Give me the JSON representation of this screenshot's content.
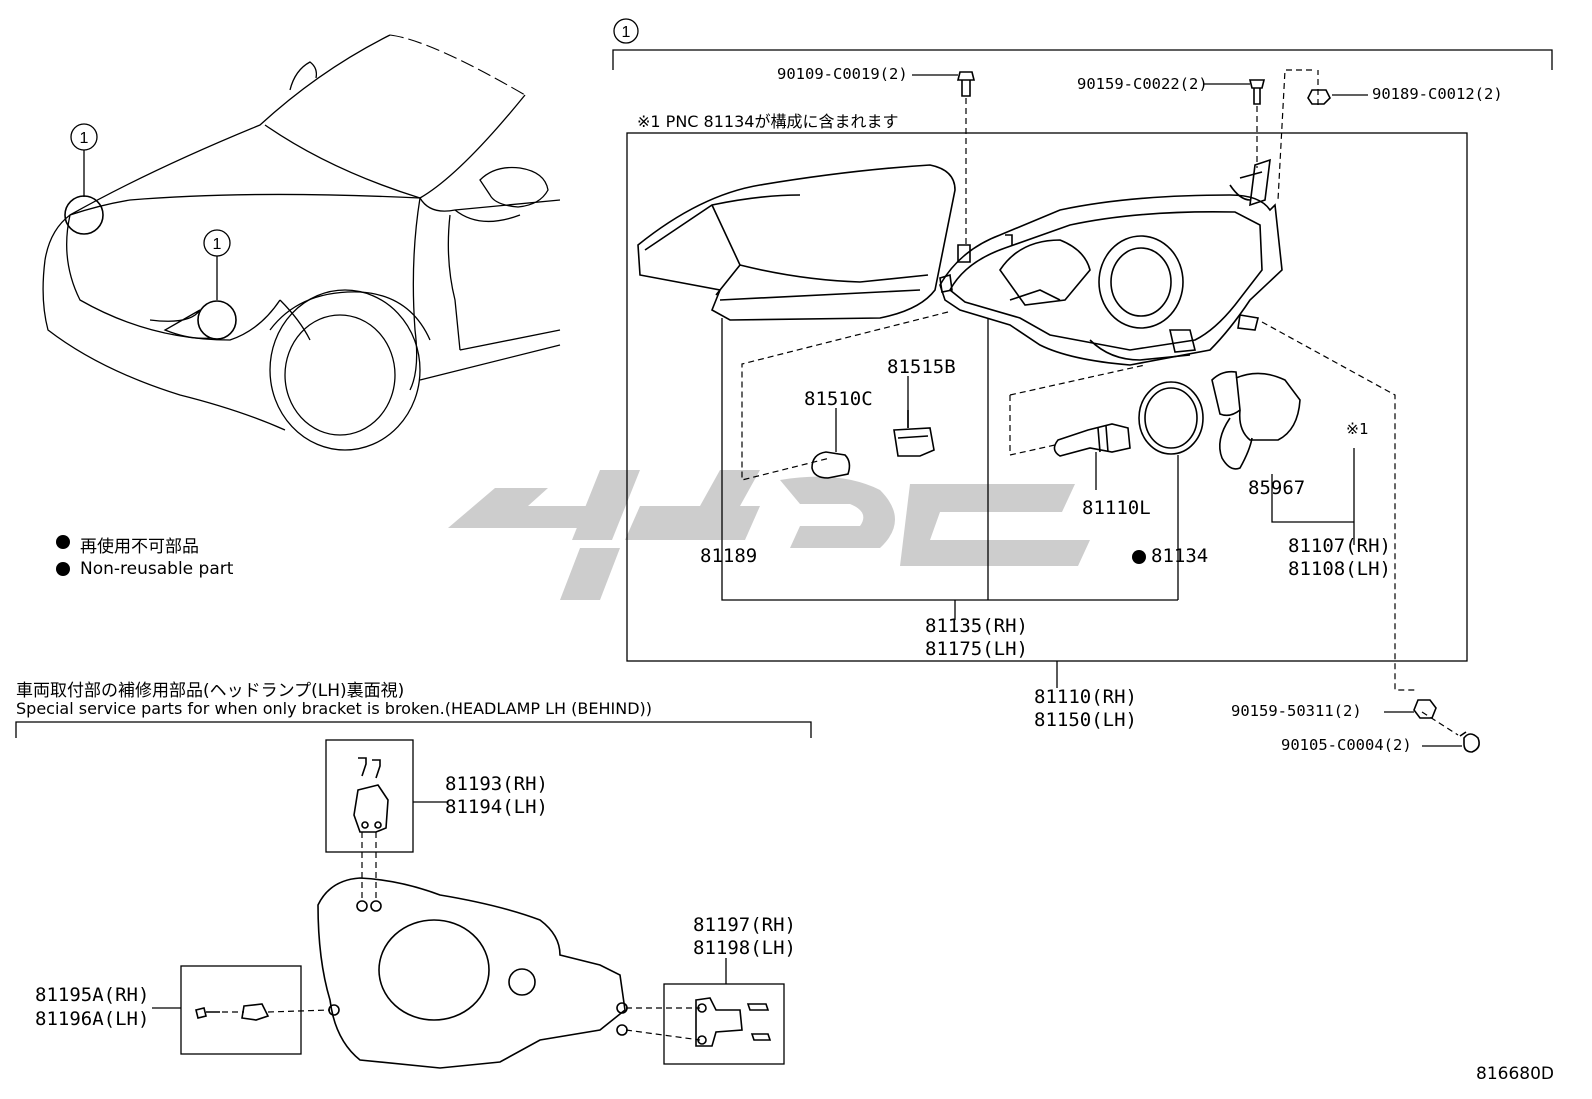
{
  "callouts": {
    "ref": "1"
  },
  "top_assembly": {
    "note": "※1 PNC 81134が構成に含まれます",
    "fasteners": {
      "f1": "90109-C0019(2)",
      "f2": "90159-C0022(2)",
      "f3": "90189-C0012(2)",
      "f4": "90159-50311(2)",
      "f5": "90105-C0004(2)"
    },
    "parts": {
      "p81515b": "81515B",
      "p81510c": "81510C",
      "p81189": "81189",
      "p81110l": "81110L",
      "p81134": "81134",
      "p85967": "85967",
      "mark1": "※1",
      "p81107": "81107(RH)",
      "p81108": "81108(LH)",
      "p81135": "81135(RH)",
      "p81175": "81175(LH)",
      "p81110": "81110(RH)",
      "p81150": "81150(LH)"
    }
  },
  "legend": {
    "jp": "再使用不可部品",
    "en": "Non-reusable part"
  },
  "bracket_section": {
    "title_jp": "車両取付部の補修用部品(ヘッドランプ(LH)裏面視)",
    "title_en": "Special service parts for when only bracket is broken.(HEADLAMP LH (BEHIND))",
    "parts": {
      "p81193": "81193(RH)",
      "p81194": "81194(LH)",
      "p81197": "81197(RH)",
      "p81198": "81198(LH)",
      "p81195a": "81195A(RH)",
      "p81196a": "81196A(LH)"
    }
  },
  "diagram_code": "816680D",
  "colors": {
    "ink": "#000000",
    "watermark": "#c8c8c8"
  }
}
